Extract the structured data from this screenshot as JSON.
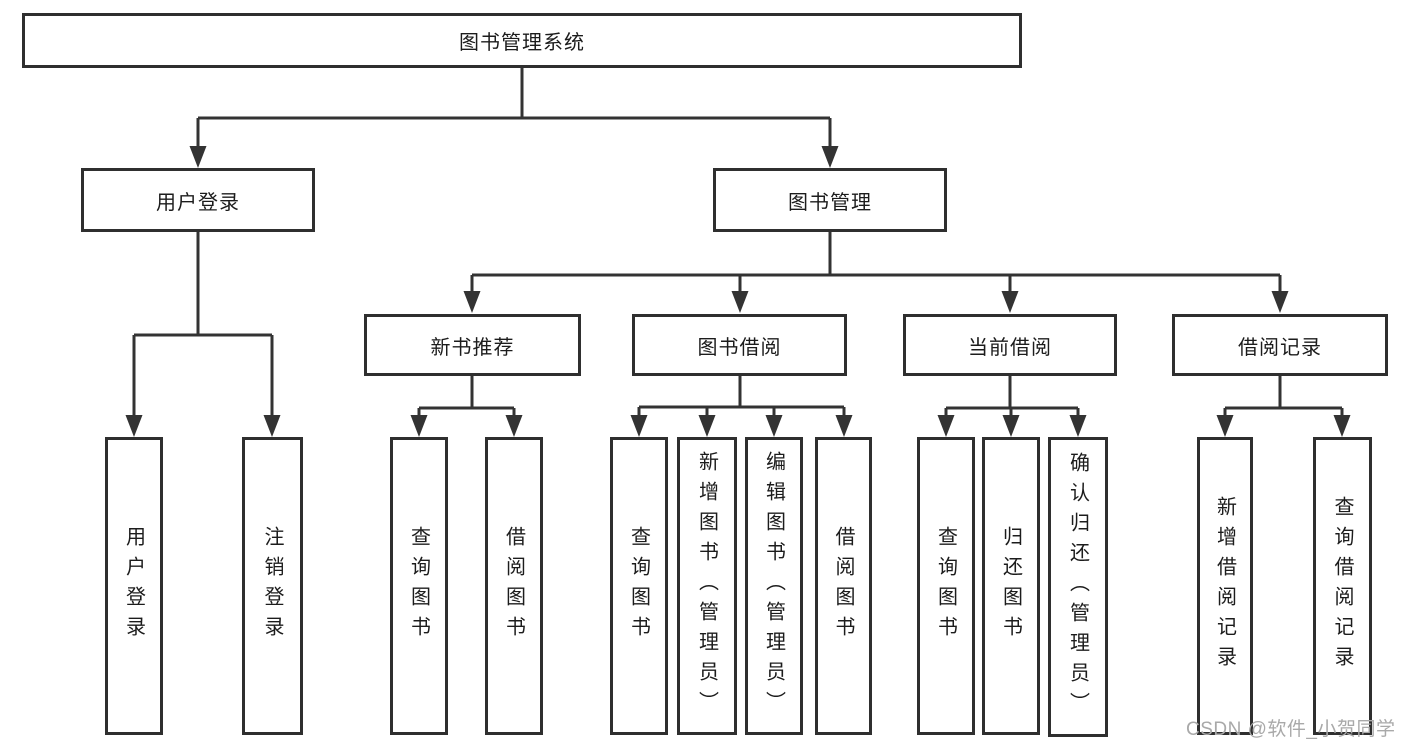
{
  "diagram": {
    "root": {
      "label": "图书管理系统"
    },
    "level2": {
      "user_login": {
        "label": "用户登录"
      },
      "book_management": {
        "label": "图书管理"
      }
    },
    "level3": {
      "new_book_recommend": {
        "label": "新书推荐"
      },
      "book_borrowing": {
        "label": "图书借阅"
      },
      "current_borrowing": {
        "label": "当前借阅"
      },
      "borrowing_records": {
        "label": "借阅记录"
      }
    },
    "leaves": {
      "user_login": [
        "用户登录",
        "注销登录"
      ],
      "new_book_recommend": [
        "查询图书",
        "借阅图书"
      ],
      "book_borrowing": [
        "查询图书",
        "新增图书（管理员）",
        "编辑图书（管理员）",
        "借阅图书"
      ],
      "current_borrowing": [
        "查询图书",
        "归还图书",
        "确认归还（管理员）"
      ],
      "borrowing_records": [
        "新增借阅记录",
        "查询借阅记录"
      ]
    }
  },
  "watermark": {
    "label": "CSDN @软件_小贺同学"
  },
  "colors": {
    "line": "#333333",
    "box_border": "#2f2f2f",
    "text": "#1c1c1c",
    "watermark": "#a9a9a9",
    "background": "#ffffff"
  }
}
